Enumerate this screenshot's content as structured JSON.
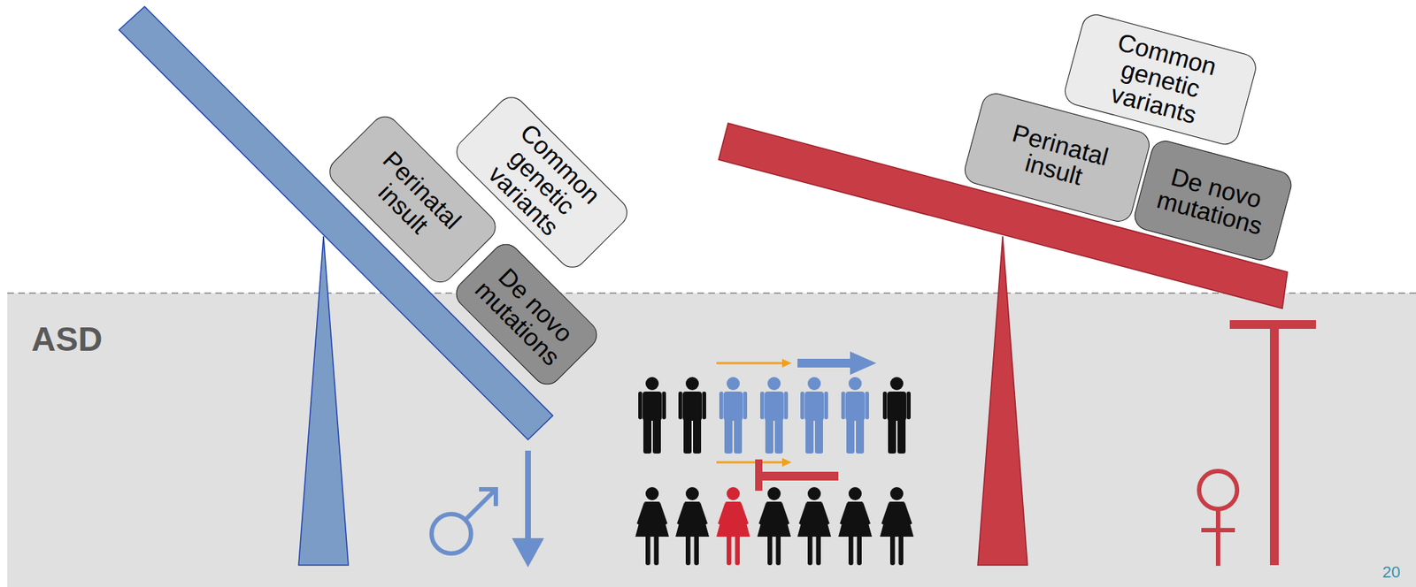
{
  "diagram": {
    "nodes": [
      {
        "text": [
          "Perinatal insult"
        ]
      },
      {
        "text": [
          "Common genetic variants"
        ]
      },
      {
        "text": [
          "De novo mutations"
        ]
      },
      {
        "text": [
          "Common genetic variants"
        ]
      },
      {
        "text": [
          "Perinatal insult"
        ]
      },
      {
        "text": [
          "De novo mutations"
        ]
      }
    ],
    "labels": [
      "ASD",
      "20"
    ]
  }
}
